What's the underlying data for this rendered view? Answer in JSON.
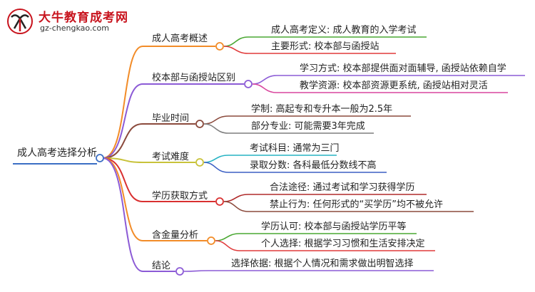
{
  "logo": {
    "title": "大牛教育成考网",
    "url": "gz-chengkao.com"
  },
  "mindmap": {
    "root": "成人高考选择分析",
    "branches": [
      {
        "label": "成人高考概述",
        "color": "#f28c28",
        "children": [
          {
            "label": "成人高考定义: 成人教育的入学考试",
            "color": "#4aa832"
          },
          {
            "label": "主要形式: 校本部与函授站",
            "color": "#e03a3a"
          }
        ]
      },
      {
        "label": "校本部与函授站区别",
        "color": "#8c5bd6",
        "children": [
          {
            "label": "学习方式: 校本部提供面对面辅导, 函授站依赖自学",
            "color": "#8c5bd6"
          },
          {
            "label": "教学资源: 校本部资源更系统, 函授站相对灵活",
            "color": "#d9479e"
          }
        ]
      },
      {
        "label": "毕业时间",
        "color": "#8b4a3c",
        "children": [
          {
            "label": "学制: 高起专和专升本一般为2.5年",
            "color": "#8b4a3c"
          },
          {
            "label": "部分专业: 可能需要3年完成",
            "color": "#7f7f7f"
          }
        ]
      },
      {
        "label": "考试难度",
        "color": "#c8c23a",
        "children": [
          {
            "label": "考试科目: 通常为三门",
            "color": "#27b3c4"
          },
          {
            "label": "录取分数: 各科最低分数线不高",
            "color": "#3b5fc4"
          }
        ]
      },
      {
        "label": "学历获取方式",
        "color": "#d93030",
        "children": [
          {
            "label": "合法途径: 通过考试和学习获得学历",
            "color": "#b02a2a"
          },
          {
            "label": "禁止行为: 任何形式的“买学历”均不被允许",
            "color": "#8b4a3c"
          }
        ]
      },
      {
        "label": "含金量分析",
        "color": "#f28c28",
        "children": [
          {
            "label": "学历认可: 校本部与函授站学历平等",
            "color": "#4aa832"
          },
          {
            "label": "个人选择: 根据学习习惯和生活安排决定",
            "color": "#e03a3a"
          }
        ]
      },
      {
        "label": "结论",
        "color": "#8c5bd6",
        "children": [
          {
            "label": "选择依据: 根据个人情况和需求做出明智选择",
            "color": "#8c5bd6"
          }
        ]
      }
    ]
  }
}
